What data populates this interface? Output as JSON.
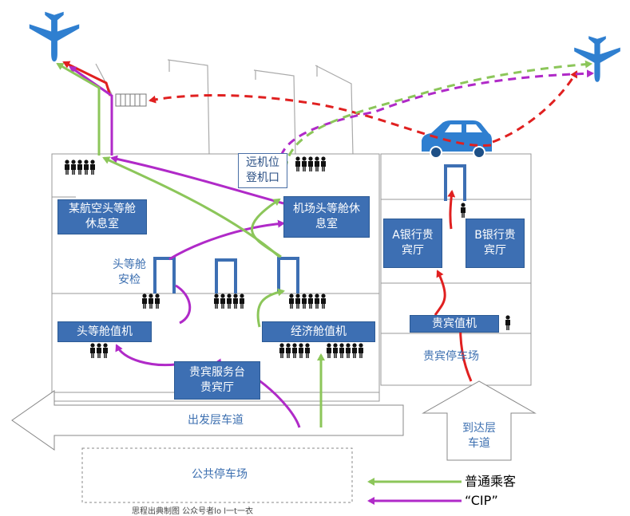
{
  "boxes": {
    "remote_gate": "远机位\n登机口",
    "airline_lounge": "某航空头等舱\n休息室",
    "airport_lounge": "机场头等舱休\n息室",
    "first_security": "头等舱\n安检",
    "first_checkin": "头等舱值机",
    "economy_checkin": "经济舱值机",
    "vip_service": "贵宾服务台\n贵宾厅",
    "bank_a": "A银行贵\n宾厅",
    "bank_b": "B银行贵\n宾厅",
    "vip_checkin": "贵宾值机"
  },
  "labels": {
    "vip_parking": "贵宾停车场",
    "departure_road": "出发层车道",
    "arrival_road": "到达层\n车道",
    "public_parking": "公共停车场"
  },
  "legend": {
    "normal": "普通乘客",
    "cip": "“CIP”"
  },
  "caption": "思程出典制图  公众号者lo   l一t一衣",
  "colors": {
    "normal_passenger": "#8cc65a",
    "cip_passenger": "#b02ac8",
    "red_route": "#e02020",
    "box_fill": "#3d6fb3",
    "plane": "#2f7fd0",
    "label_text": "#3c6fb0"
  },
  "icons": {
    "plane": "airplane-icon",
    "car": "car-icon",
    "people": "people-group-icon",
    "person": "person-icon",
    "gate": "security-gate-icon",
    "stairs": "boarding-stairs-icon"
  }
}
